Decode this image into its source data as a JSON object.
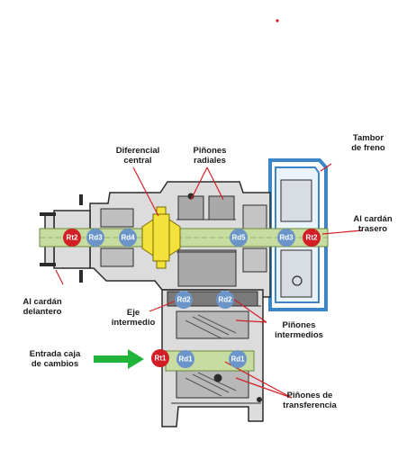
{
  "labels": {
    "tambor_line1": "Tambor",
    "tambor_line2": "de freno",
    "diferencial_line1": "Diferencial",
    "diferencial_line2": "central",
    "pinones_radiales_line1": "Piñones",
    "pinones_radiales_line2": "radiales",
    "cardan_trasero_line1": "Al cardán",
    "cardan_trasero_line2": "trasero",
    "cardan_delantero_line1": "Al cardán",
    "cardan_delantero_line2": "delantero",
    "eje_line1": "Eje",
    "eje_line2": "intermedio",
    "pinones_intermedios_line1": "Piñones",
    "pinones_intermedios_line2": "intermedios",
    "entrada_line1": "Entrada caja",
    "entrada_line2": "de cambios",
    "transferencia_line1": "Piñones de",
    "transferencia_line2": "transferencia"
  },
  "badges": {
    "rt2_left": "Rt2",
    "rd3_left": "Rd3",
    "rd4": "Rd4",
    "rd5": "Rd5",
    "rd3_right": "Rd3",
    "rt2_right": "Rt2",
    "rd2_left": "Rd2",
    "rd2_right": "Rd2",
    "rt1": "Rt1",
    "rd1_left": "Rd1",
    "rd1_right": "Rd1"
  },
  "colors": {
    "housing": "#2b2b2b",
    "shaft": "#c7dca0",
    "brake_drum": "#3d86c6",
    "differential": "#f2e23a",
    "badge_red": "#d21f26",
    "badge_blue": "#6b95c8",
    "leader_red": "#d21f26",
    "arrow_green": "#20b43a"
  }
}
